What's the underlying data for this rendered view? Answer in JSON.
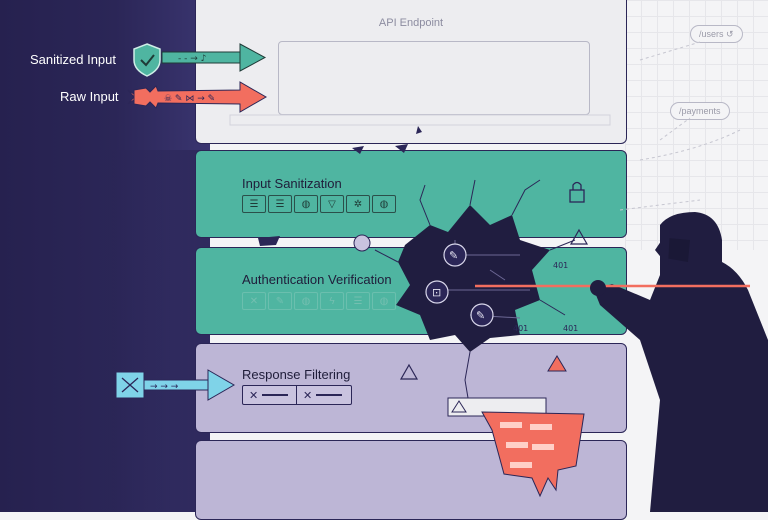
{
  "inputs": {
    "sanitized_label": "Sanitized Input",
    "raw_label": "Raw Input"
  },
  "layers": [
    {
      "title": "API Endpoint"
    },
    {
      "title": "Input Sanitization"
    },
    {
      "title": "Authentication Verification"
    },
    {
      "title": "Response Filtering"
    }
  ],
  "routes": [
    {
      "label": "/users"
    },
    {
      "label": "/payments"
    }
  ],
  "breach_labels": [
    "401",
    "401",
    "401"
  ],
  "icons": {
    "shield": "shield-check-icon",
    "raw_arrow": "spiked-arrow-icon",
    "lock": "padlock-icon",
    "warning": "warning-triangle-icon",
    "attacker": "hooded-attacker-icon",
    "expand": "expand-arrows-icon"
  },
  "colors": {
    "navy": "#26214f",
    "teal": "#4fb5a1",
    "coral": "#f26e5f",
    "lavender": "#bdb6d6",
    "cyan": "#7fd3e8"
  }
}
